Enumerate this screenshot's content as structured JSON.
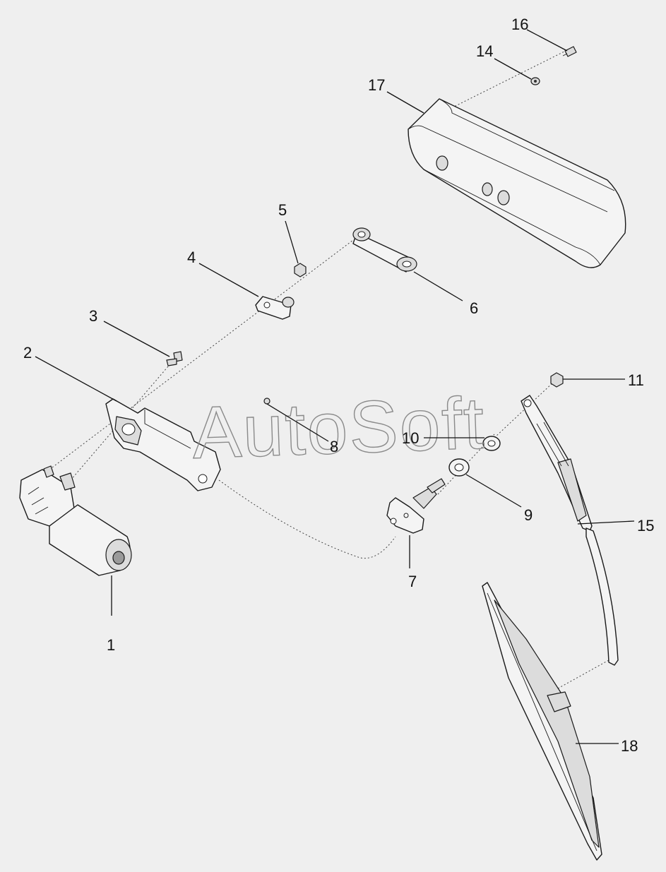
{
  "watermark": "AutoSoft",
  "labels": {
    "p1": "1",
    "p2": "2",
    "p3": "3",
    "p4": "4",
    "p5": "5",
    "p6": "6",
    "p7": "7",
    "p8": "8",
    "p9": "9",
    "p10": "10",
    "p11": "11",
    "p14": "14",
    "p15": "15",
    "p16": "16",
    "p17": "17",
    "p18": "18"
  },
  "colors": {
    "background": "#efefef",
    "ink": "#1a1a1a"
  }
}
